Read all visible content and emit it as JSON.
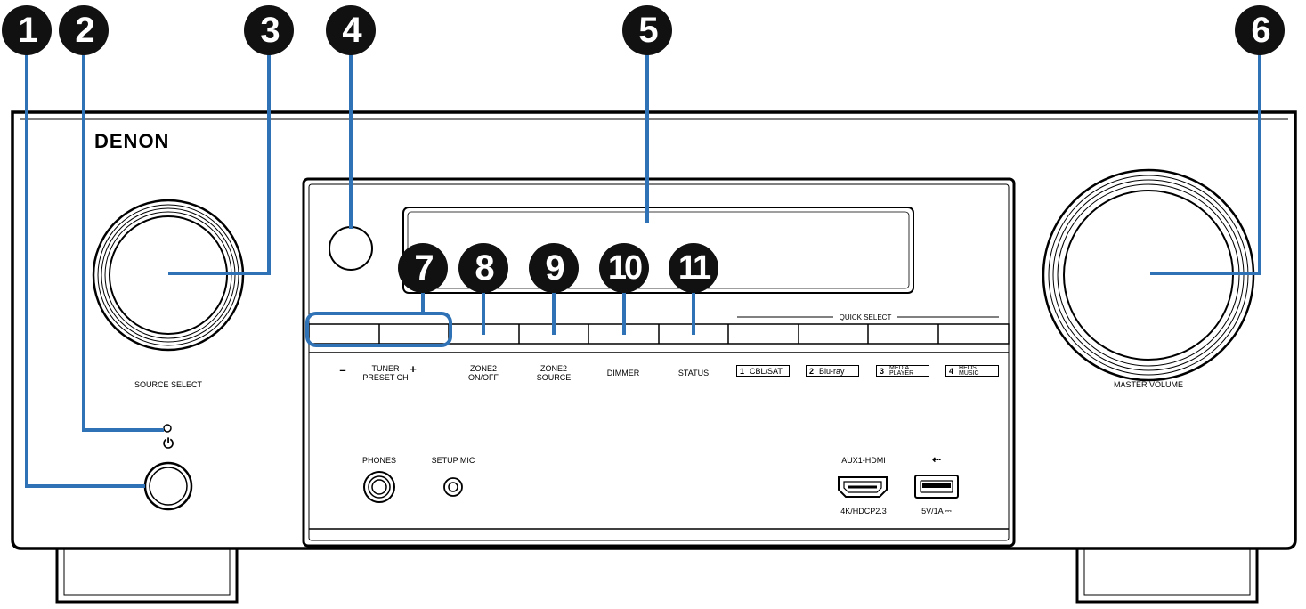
{
  "brand": "DENON",
  "labels": {
    "source_select": "SOURCE SELECT",
    "master_volume": "MASTER VOLUME",
    "power_symbol": "⏻",
    "tuner_minus": "–",
    "tuner_line1": "TUNER",
    "tuner_line2": "PRESET CH",
    "tuner_plus": "+",
    "zone2_onoff_line1": "ZONE2",
    "zone2_onoff_line2": "ON/OFF",
    "zone2_source_line1": "ZONE2",
    "zone2_source_line2": "SOURCE",
    "dimmer": "DIMMER",
    "status": "STATUS",
    "quick_select": "QUICK SELECT",
    "phones": "PHONES",
    "setup_mic": "SETUP MIC",
    "aux_hdmi": "AUX1-HDMI",
    "hdmi_spec": "4K/HDCP2.3",
    "usb_spec": "5V/1A ⎓",
    "usb_symbol": "⇠"
  },
  "quick_select": [
    {
      "num": "1",
      "line1": "CBL/SAT",
      "line2": ""
    },
    {
      "num": "2",
      "line1": "Blu-ray",
      "line2": ""
    },
    {
      "num": "3",
      "line1": "MEDIA",
      "line2": "PLAYER"
    },
    {
      "num": "4",
      "line1": "HEOS",
      "line2": "MUSIC"
    }
  ],
  "callouts": [
    "1",
    "2",
    "3",
    "4",
    "5",
    "6",
    "7",
    "8",
    "9",
    "10",
    "11"
  ],
  "colors": {
    "callout_line": "#2f72b6",
    "callout_fill": "#111111",
    "outline": "#000000"
  }
}
